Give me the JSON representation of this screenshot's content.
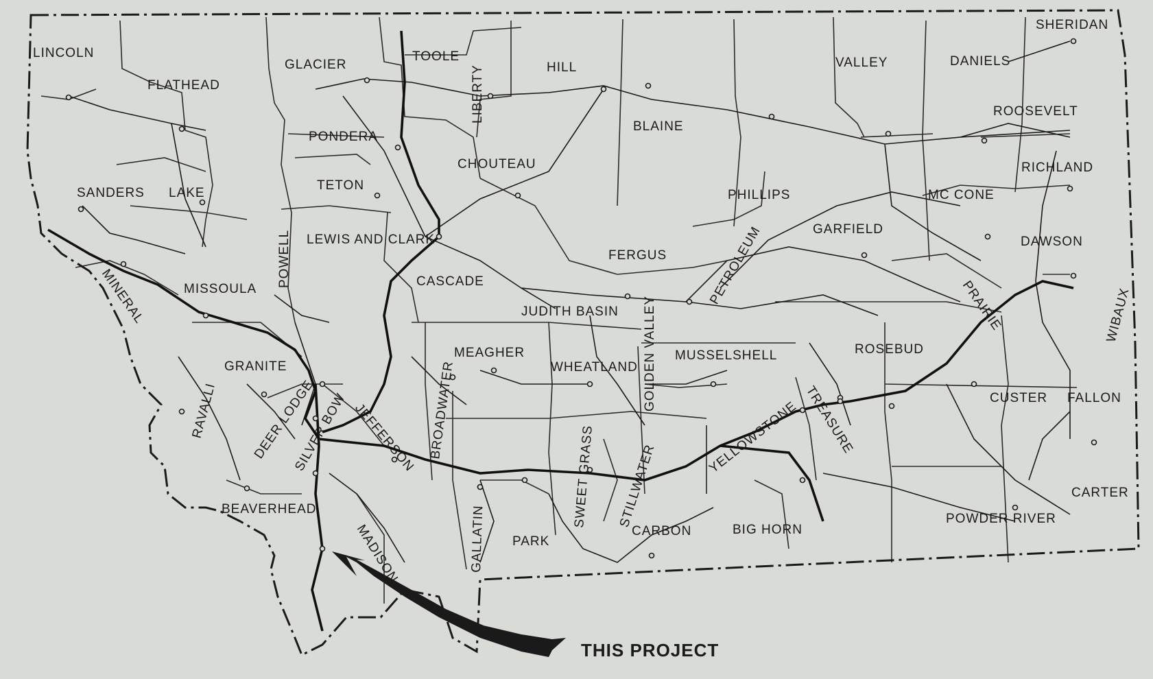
{
  "map": {
    "counties": [
      "LINCOLN",
      "FLATHEAD",
      "GLACIER",
      "TOOLE",
      "LIBERTY",
      "HILL",
      "VALLEY",
      "DANIELS",
      "SHERIDAN",
      "ROOSEVELT",
      "SANDERS",
      "LAKE",
      "PONDERA",
      "TETON",
      "CHOUTEAU",
      "BLAINE",
      "PHILLIPS",
      "MC CONE",
      "RICHLAND",
      "MINERAL",
      "MISSOULA",
      "POWELL",
      "LEWIS AND CLARK",
      "CASCADE",
      "FERGUS",
      "PETROLEUM",
      "GARFIELD",
      "DAWSON",
      "JUDITH BASIN",
      "PRAIRIE",
      "WIBAUX",
      "GRANITE",
      "MEAGHER",
      "WHEATLAND",
      "GOLDEN VALLEY",
      "MUSSELSHELL",
      "ROSEBUD",
      "RAVALLI",
      "DEER LODGE",
      "SILVER BOW",
      "JEFFERSON",
      "BROADWATER",
      "SWEET GRASS",
      "STILLWATER",
      "YELLOWSTONE",
      "TREASURE",
      "CUSTER",
      "FALLON",
      "BEAVERHEAD",
      "MADISON",
      "GALLATIN",
      "PARK",
      "CARBON",
      "BIG HORN",
      "POWDER RIVER",
      "CARTER"
    ],
    "callout": "THIS PROJECT"
  }
}
